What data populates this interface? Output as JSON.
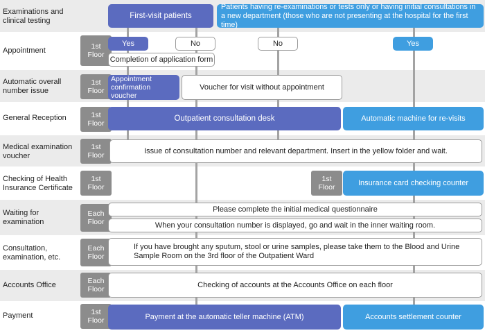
{
  "rows": [
    {
      "label": "Examinations and clinical testing",
      "floor": ""
    },
    {
      "label": "Appointment",
      "floor": "1st Floor"
    },
    {
      "label": "Automatic overall number issue",
      "floor": "1st Floor"
    },
    {
      "label": "General Reception",
      "floor": "1st Floor"
    },
    {
      "label": "Medical examination voucher",
      "floor": "1st Floor"
    },
    {
      "label": "Checking of Health Insurance Certificate",
      "floor": "1st Floor"
    },
    {
      "label": "Waiting for examination",
      "floor": "Each Floor"
    },
    {
      "label": "Consultation, examination, etc.",
      "floor": "Each Floor"
    },
    {
      "label": "Accounts Office",
      "floor": "Each Floor"
    },
    {
      "label": "Payment",
      "floor": "1st Floor"
    }
  ],
  "headers": {
    "first_visit": "First-visit patients",
    "reexam": "Patients having re-examinations or tests only or having initial consultations in a new department (those who are not presenting at the hospital for the first time)"
  },
  "appointment": {
    "yes1": "Yes",
    "no1": "No",
    "no2": "No",
    "yes2": "Yes"
  },
  "boxes": {
    "application_form": "Completion of application form",
    "appointment_voucher": "Appointment confirmation voucher",
    "no_appointment_voucher": "Voucher for visit without appointment",
    "outpatient_desk": "Outpatient consultation desk",
    "auto_machine": "Automatic machine for re-visits",
    "consultation_number": "Issue of consultation number and relevant department. Insert in the yellow folder and wait.",
    "insurance_floor": "1st Floor",
    "insurance_counter": "Insurance card checking counter",
    "questionnaire": "Please complete the initial medical questionnaire",
    "waiting_room": "When your consultation number is displayed, go and wait in the inner waiting room.",
    "samples": "If you have brought any sputum, stool or urine samples, please take them to the Blood and Urine Sample Room on the 3rd floor of the Outpatient Ward",
    "accounts": "Checking of accounts at the Accounts Office on each floor",
    "atm": "Payment at the automatic teller machine (ATM)",
    "settlement": "Accounts settlement counter"
  },
  "colors": {
    "purple": "#5b6bbf",
    "blue": "#3f9ee0",
    "floor_gray": "#8c8c8c",
    "band_gray": "#ebebeb"
  }
}
